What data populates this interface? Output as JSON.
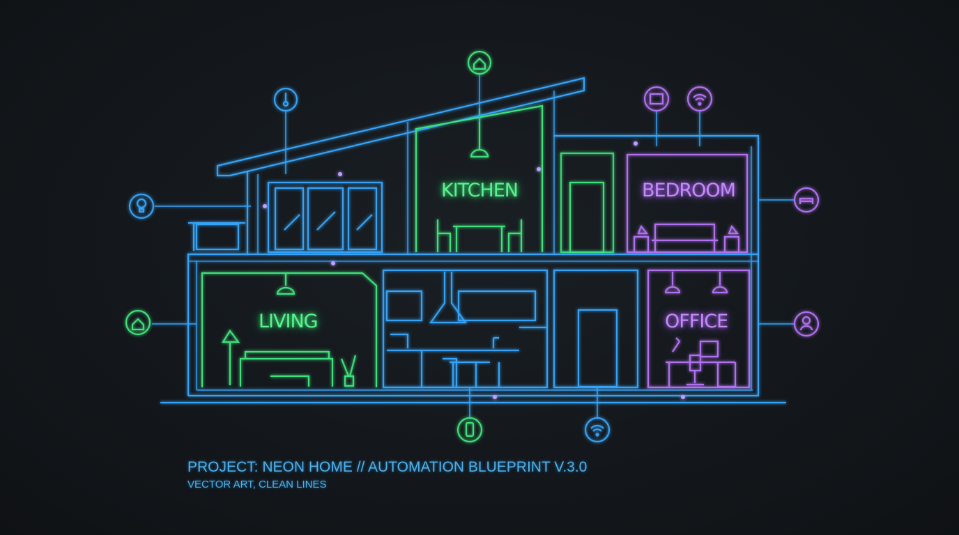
{
  "rooms": {
    "kitchen": "KITCHEN",
    "bedroom": "BEDROOM",
    "living": "LIVING",
    "office": "OFFICE"
  },
  "caption": {
    "title": "PROJECT: NEON HOME // AUTOMATION BLUEPRINT V.3.0",
    "subtitle": "VECTOR ART, CLEAN LINES"
  },
  "colors": {
    "background": "#13171b",
    "blue": "#35a2f5",
    "green": "#3de07a",
    "purple": "#b070f0"
  },
  "icons": [
    "home-icon",
    "thermometer-icon",
    "lightbulb-icon",
    "home-icon",
    "panel-icon",
    "wifi-icon",
    "bed-icon",
    "person-icon",
    "smartphone-icon",
    "wifi-icon"
  ]
}
